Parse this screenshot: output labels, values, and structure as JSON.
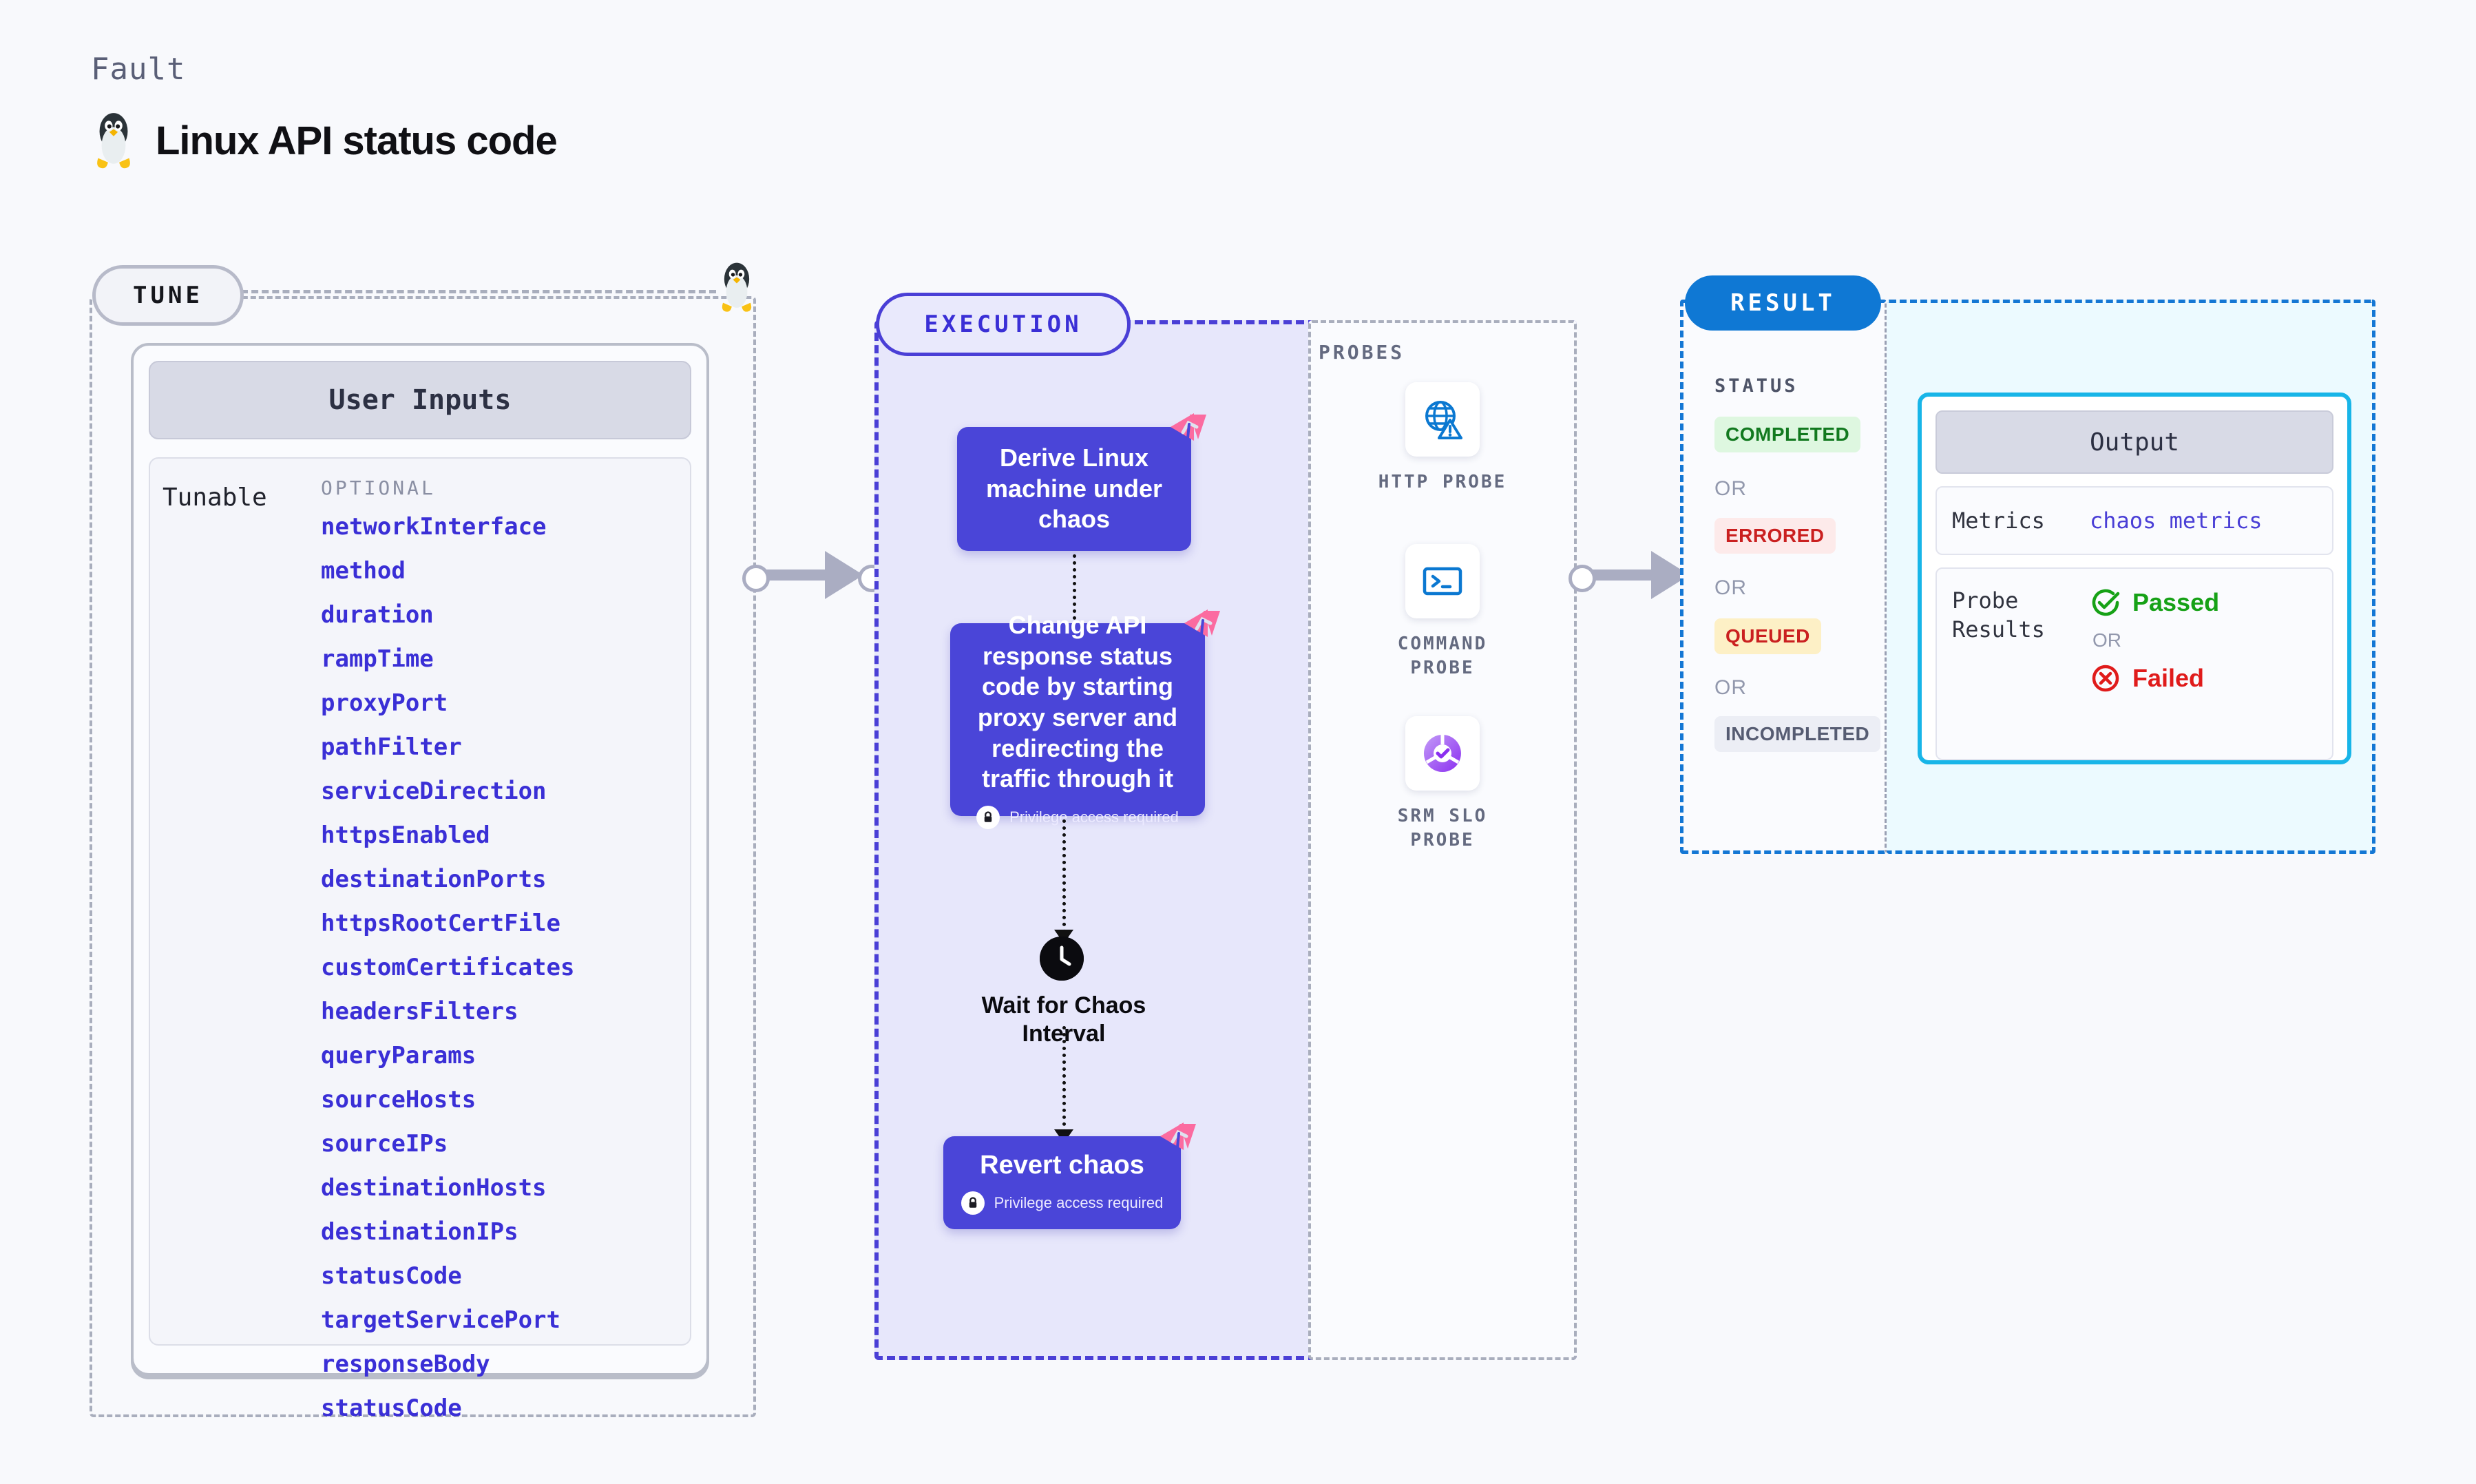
{
  "header": {
    "fault_label": "Fault",
    "title": "Linux API status code",
    "penguin_icon": "linux-penguin-icon"
  },
  "tune": {
    "pill_label": "TUNE",
    "penguin_icon": "linux-penguin-icon",
    "user_inputs_title": "User Inputs",
    "tunable_label": "Tunable",
    "optional_label": "OPTIONAL",
    "parameters": [
      "networkInterface",
      "method",
      "duration",
      "rampTime",
      "proxyPort",
      "pathFilter",
      "serviceDirection",
      "httpsEnabled",
      "destinationPorts",
      "httpsRootCertFile",
      "customCertificates",
      "headersFilters",
      "queryParams",
      "sourceHosts",
      "sourceIPs",
      "destinationHosts",
      "destinationIPs",
      "statusCode",
      "targetServicePort",
      "responseBody",
      "statusCode"
    ]
  },
  "execution": {
    "pill_label": "EXECUTION",
    "steps": {
      "derive": {
        "title": "Derive Linux machine under chaos",
        "badge_icon": "litmus-corner-badge-icon"
      },
      "change": {
        "title": "Change API response status code by starting proxy server and redirecting the traffic through it",
        "privilege_note": "Privilege access required",
        "lock_icon": "lock-icon",
        "badge_icon": "litmus-corner-badge-icon"
      },
      "wait": {
        "label": "Wait for Chaos Interval",
        "icon": "clock-icon"
      },
      "revert": {
        "title": "Revert chaos",
        "privilege_note": "Privilege access required",
        "lock_icon": "lock-icon",
        "badge_icon": "litmus-corner-badge-icon"
      }
    }
  },
  "probes": {
    "section_label": "PROBES",
    "items": [
      {
        "name": "HTTP PROBE",
        "icon": "globe-warning-icon"
      },
      {
        "name": "COMMAND PROBE",
        "icon": "terminal-icon"
      },
      {
        "name": "SRM SLO PROBE",
        "icon": "srm-slo-donut-check-icon"
      }
    ]
  },
  "result": {
    "pill_label": "RESULT",
    "status_label": "STATUS",
    "or_label": "OR",
    "statuses": [
      {
        "label": "COMPLETED",
        "bg": "#def7e0",
        "fg": "#12791f"
      },
      {
        "label": "ERRORED",
        "bg": "#fdeaea",
        "fg": "#ca2020"
      },
      {
        "label": "QUEUED",
        "bg": "#fdf0c6",
        "fg": "#ca2020"
      },
      {
        "label": "INCOMPLETED",
        "bg": "#eceef5",
        "fg": "#565c72"
      }
    ],
    "output": {
      "title": "Output",
      "metrics_label": "Metrics",
      "metrics_value": "chaos metrics",
      "probe_results_label": "Probe Results",
      "passed_label": "Passed",
      "failed_label": "Failed",
      "or_label": "OR",
      "passed_icon": "check-circle-icon",
      "failed_icon": "x-circle-icon"
    }
  },
  "colors": {
    "page_bg": "#f8f9fc",
    "execution_accent": "#4a3fd6",
    "execution_panel_bg": "#e7e7fb",
    "step_box": "#4a45d8",
    "result_accent": "#0f78d4",
    "output_border": "#18b5e8",
    "param_text": "#3a2fd6",
    "corner_badge": "#fb6ba0"
  }
}
